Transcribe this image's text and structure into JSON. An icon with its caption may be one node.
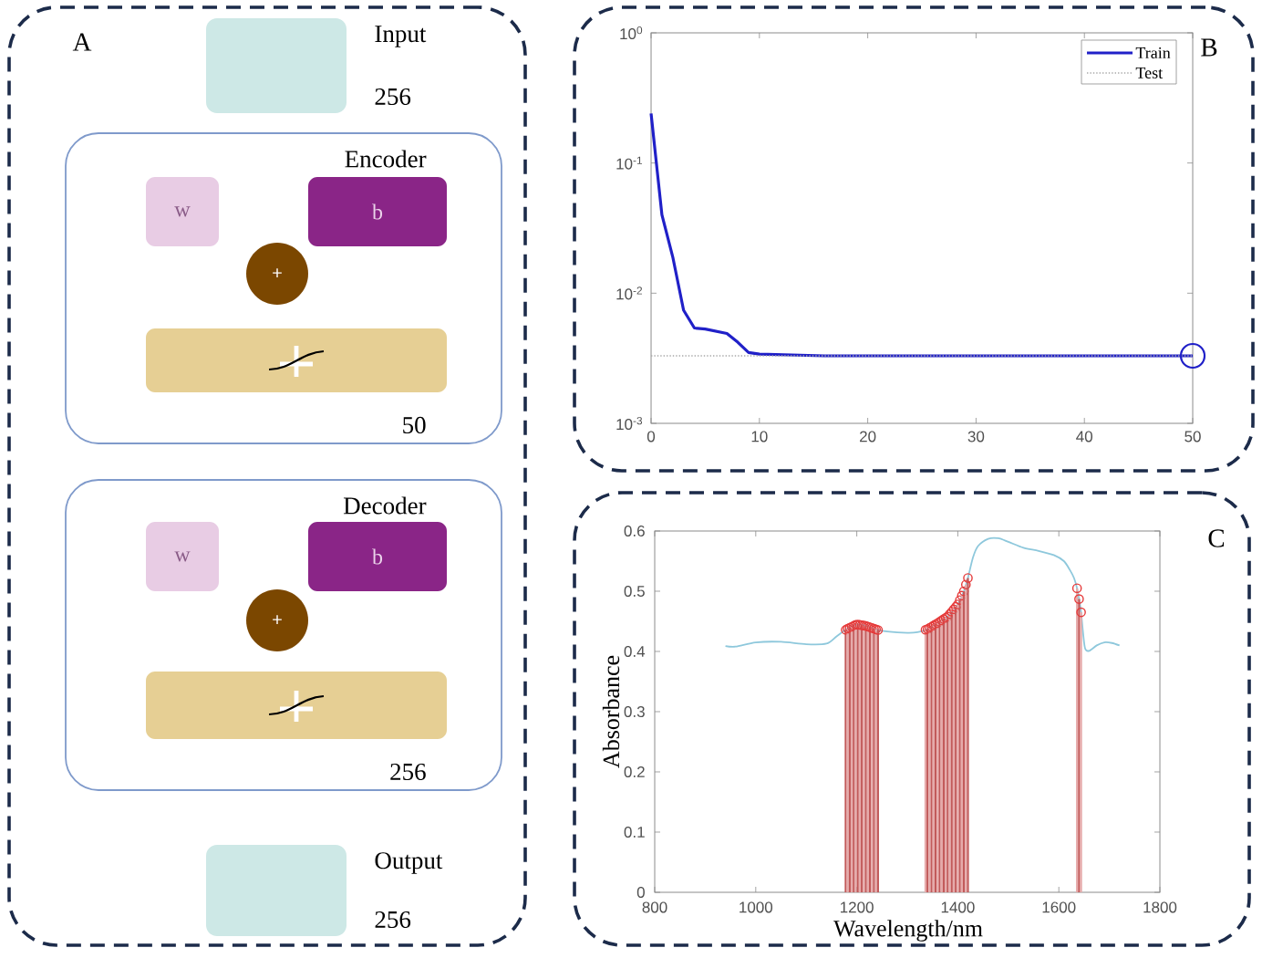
{
  "diagram": {
    "nodes": [
      {
        "text": [
          "A"
        ]
      },
      {
        "text": [],
        "shape": "box",
        "beside": [
          "Input",
          "256"
        ],
        "in": 0
      },
      {
        "text": [
          "Encoder",
          "50"
        ],
        "in": 0
      },
      {
        "text": [
          "w"
        ],
        "in": 2
      },
      {
        "text": [
          "b"
        ],
        "in": 2
      },
      {
        "text": [
          "+"
        ],
        "in": 2
      },
      {
        "text": [],
        "shape": "bar",
        "in": 2
      },
      {
        "text": [
          "Decoder",
          "256"
        ],
        "in": 0
      },
      {
        "text": [
          "w"
        ],
        "in": 7
      },
      {
        "text": [
          "b"
        ],
        "in": 7
      },
      {
        "text": [
          "+"
        ],
        "in": 7
      },
      {
        "text": [],
        "shape": "bar",
        "in": 7
      },
      {
        "text": [],
        "shape": "box",
        "beside": [
          "Output",
          "256"
        ],
        "in": 0
      },
      {
        "text": [
          "B"
        ]
      },
      {
        "text": [
          "C"
        ]
      }
    ],
    "labels": [
      "10$^{0}$",
      "10$^{-1}$",
      "10$^{-2}$",
      "10$^{-3}$",
      "0",
      "10",
      "20",
      "30",
      "40",
      "50",
      "0.6",
      "0.5",
      "0.4",
      "0.3",
      "0.2",
      "0.1",
      "0",
      "Absorbance",
      "800",
      "1000",
      "1200",
      "1400",
      "1600",
      "1800",
      "Wavelength/nm"
    ],
    "legend": [
      {
        "text": "Train"
      },
      {
        "text": "Test"
      }
    ]
  }
}
